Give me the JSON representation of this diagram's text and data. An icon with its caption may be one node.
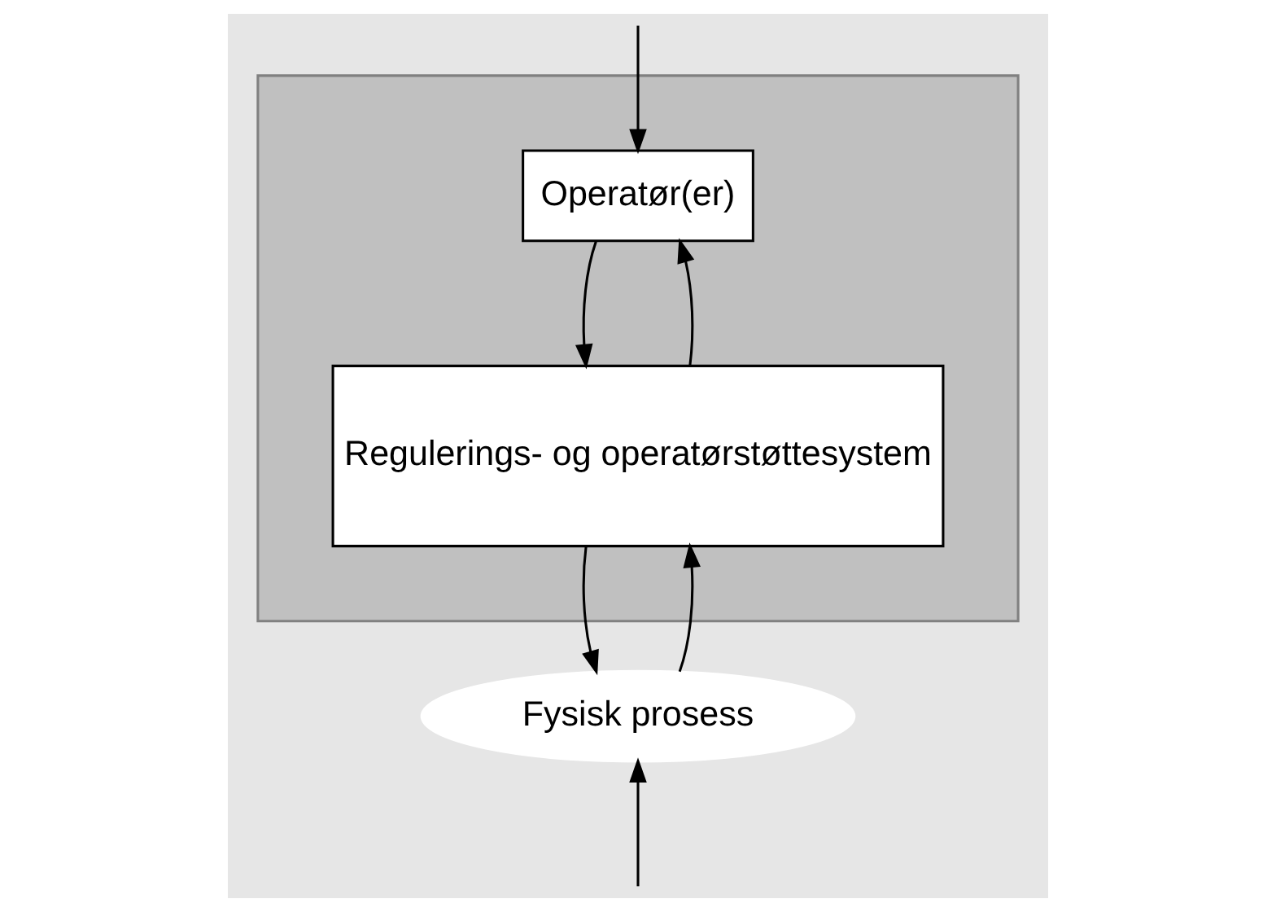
{
  "diagram": {
    "nodes": [
      {
        "text": [],
        "shape": "box"
      },
      {
        "text": [
          "Operatør(er)"
        ],
        "in": 0
      },
      {
        "text": [
          "Regulerings- og operatørstøttesystem"
        ],
        "in": 0
      },
      {
        "text": [
          "Fysisk prosess"
        ]
      }
    ],
    "edges": [
      {
        "from": null,
        "to": 1,
        "arrow": "to"
      },
      {
        "from": 1,
        "to": 2,
        "arrow": "to"
      },
      {
        "from": 2,
        "to": 1,
        "arrow": "to"
      },
      {
        "from": 2,
        "to": 3,
        "arrow": "to"
      },
      {
        "from": 3,
        "to": 2,
        "arrow": "to"
      },
      {
        "from": null,
        "to": 3,
        "arrow": "to"
      }
    ]
  }
}
